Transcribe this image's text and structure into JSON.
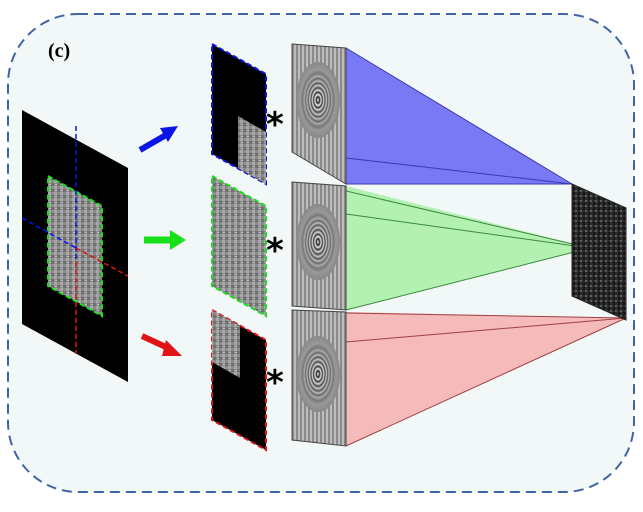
{
  "panel_label": "(c)",
  "operator_symbol": "*",
  "colors": {
    "blue": "#0a14e6",
    "green": "#18e018",
    "red": "#e01414",
    "panel_border": "#3f64a8",
    "panel_fill": "#f2f8f8"
  },
  "branches": [
    {
      "name": "top",
      "color_key": "blue"
    },
    {
      "name": "middle",
      "color_key": "green"
    },
    {
      "name": "bottom",
      "color_key": "red"
    }
  ]
}
